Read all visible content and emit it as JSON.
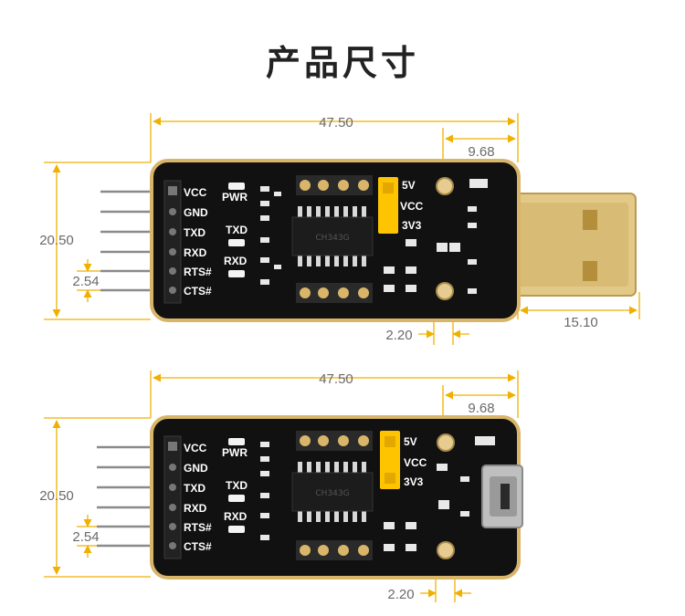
{
  "title": "产品尺寸",
  "colors": {
    "dimension": "#f0b000",
    "board": "#111111",
    "board_edge": "#d9b56a",
    "usb_plug": "#e3c987",
    "jumper": "#ffc400"
  },
  "top_board": {
    "dims": {
      "overall_length": "47.50",
      "connector_offset": "9.68",
      "width": "20.50",
      "pin_pitch": "2.54",
      "hole_diameter": "2.20",
      "plug_length": "15.10"
    },
    "pins": [
      "VCC",
      "GND",
      "TXD",
      "RXD",
      "RTS#",
      "CTS#"
    ],
    "leds": [
      "PWR",
      "TXD",
      "RXD"
    ],
    "voltage": [
      "5V",
      "VCC",
      "3V3"
    ],
    "chip_text": "CH343G",
    "connector_icon": "usb-a-plug-icon"
  },
  "bottom_board": {
    "dims": {
      "overall_length": "47.50",
      "connector_offset": "9.68",
      "width": "20.50",
      "pin_pitch": "2.54",
      "hole_diameter": "2.20"
    },
    "pins": [
      "VCC",
      "GND",
      "TXD",
      "RXD",
      "RTS#",
      "CTS#"
    ],
    "leds": [
      "PWR",
      "TXD",
      "RXD"
    ],
    "voltage": [
      "5V",
      "VCC",
      "3V3"
    ],
    "chip_text": "CH343G",
    "connector_icon": "micro-usb-connector-icon"
  }
}
